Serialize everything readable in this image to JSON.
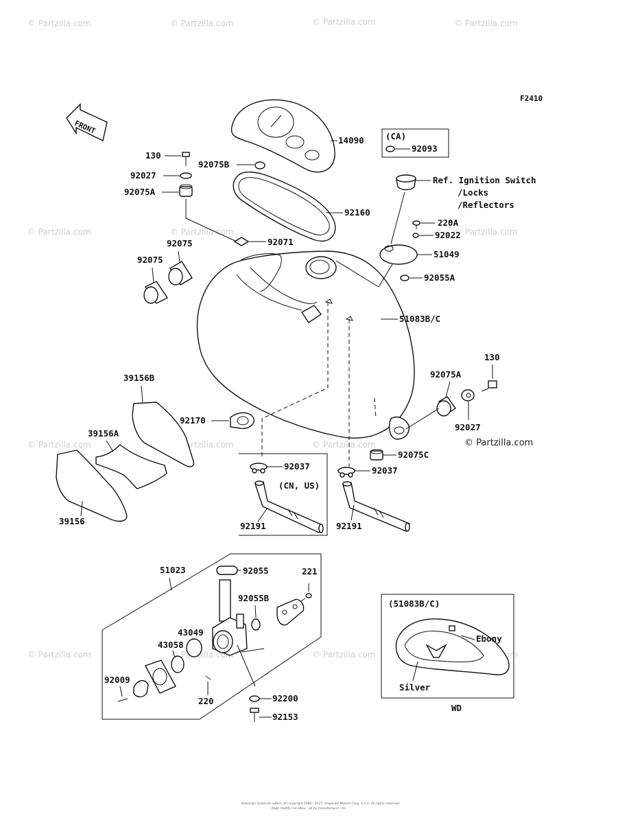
{
  "figure_code": "F2410",
  "front_label": "FRONT",
  "watermark": "© Partzilla.com",
  "brand_watermark": "© Partzilla.com",
  "footer_text": "Kawasaki materials within, all copyright 1985 - 2017, Kawasaki Motors Corp, U.S.A. All rights reserved.",
  "footer_text2": "Page modify not allow - all by manufacturer, Inc.",
  "boxes": {
    "ca": "(CA)",
    "cn_us": "(CN, US)",
    "inset_ref": "(51083B/C)",
    "inset_region": "WD"
  },
  "notes": {
    "ref_line1": "Ref. Ignition Switch",
    "ref_line2": "/Locks",
    "ref_line3": "/Reflectors",
    "ebony": "Ebony",
    "silver": "Silver"
  },
  "parts": {
    "p14090": "14090",
    "p92093": "92093",
    "p130a": "130",
    "p92075b": "92075B",
    "p92027a": "92027",
    "p92075a_a": "92075A",
    "p92160": "92160",
    "p220a": "220A",
    "p92022": "92022",
    "p92071": "92071",
    "p92075_1": "92075",
    "p92075_2": "92075",
    "p51049": "51049",
    "p92055a": "92055A",
    "p51083bc": "51083B/C",
    "p39156b": "39156B",
    "p130b": "130",
    "p92075a_b": "92075A",
    "p92170": "92170",
    "p92027b": "92027",
    "p39156a": "39156A",
    "p92075c": "92075C",
    "p92037a": "92037",
    "p92037b": "92037",
    "p39156": "39156",
    "p92191a": "92191",
    "p92191b": "92191",
    "p51023": "51023",
    "p92055": "92055",
    "p221": "221",
    "p92055b": "92055B",
    "p43049": "43049",
    "p43058": "43058",
    "p92009": "92009",
    "p220": "220",
    "p92200": "92200",
    "p92153": "92153"
  }
}
